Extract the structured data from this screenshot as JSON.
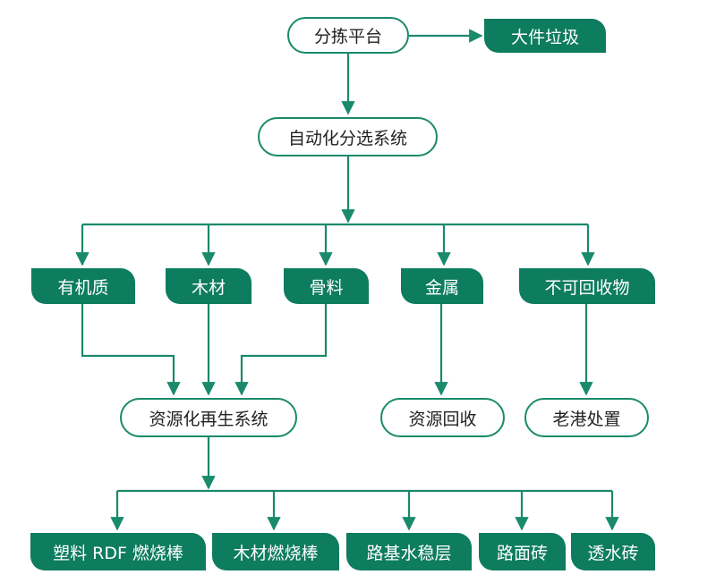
{
  "colors": {
    "line": "#1a8a6b",
    "tag_fill": "#0e7c5f",
    "pill_border": "#1a8a6b",
    "pill_text": "#222222",
    "tag_text": "#ffffff"
  },
  "nodes": {
    "sorting_platform": "分拣平台",
    "bulky_waste": "大件垃圾",
    "auto_sorting": "自动化分选系统",
    "organic": "有机质",
    "wood": "木材",
    "aggregate": "骨料",
    "metal": "金属",
    "non_recyclable": "不可回收物",
    "recycling_system": "资源化再生系统",
    "resource_recovery": "资源回收",
    "laogang_disposal": "老港处置",
    "plastic_rdf": "塑料 RDF 燃烧棒",
    "wood_rod": "木材燃烧棒",
    "road_base": "路基水稳层",
    "pavement_brick": "路面砖",
    "permeable_brick": "透水砖"
  }
}
